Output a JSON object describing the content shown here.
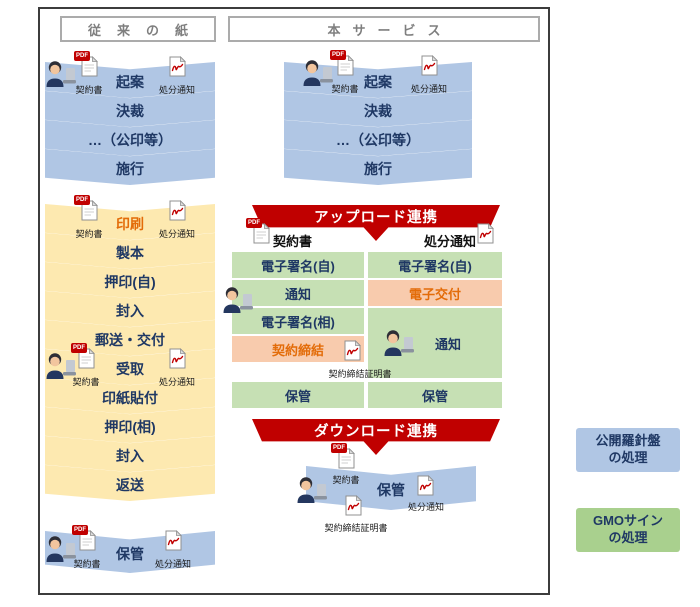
{
  "headers": {
    "traditional": "従来の紙",
    "service": "本サービス"
  },
  "icons": {
    "pdf": "PDF",
    "contract": "契約書",
    "notice": "処分通知",
    "certificate": "契約締結証明書"
  },
  "left_flow": {
    "steps_top": [
      "起案",
      "決裁",
      "…（公印等）",
      "施行"
    ],
    "steps_paper": [
      "印刷",
      "製本",
      "押印(自)",
      "封入",
      "郵送・交付",
      "受取",
      "印紙貼付",
      "押印(相)",
      "封入",
      "返送"
    ],
    "step_final": "保管"
  },
  "right_flow": {
    "steps_top": [
      "起案",
      "決裁",
      "…（公印等）",
      "施行"
    ],
    "upload_banner": "アップロード連携",
    "contract_title": "契約書",
    "notice_title": "処分通知",
    "contract_steps": [
      "電子署名(自)",
      "通知",
      "電子署名(相)",
      "契約締結",
      "保管"
    ],
    "notice_steps": [
      "電子署名(自)",
      "電子交付",
      "通知",
      "保管"
    ],
    "download_banner": "ダウンロード連携",
    "step_final": "保管"
  },
  "legend": {
    "blue": {
      "line1": "公開羅針盤",
      "line2": "の処理"
    },
    "green": {
      "line1": "GMOサイン",
      "line2": "の処理"
    }
  },
  "colors": {
    "blue": "#b0c6e4",
    "yellow": "#fde9b0",
    "green": "#c6e0b4",
    "peach": "#f8cbad",
    "red": "#c00000",
    "navy": "#1f3864",
    "orange": "#e36c09",
    "legend_green": "#a9d08e"
  }
}
